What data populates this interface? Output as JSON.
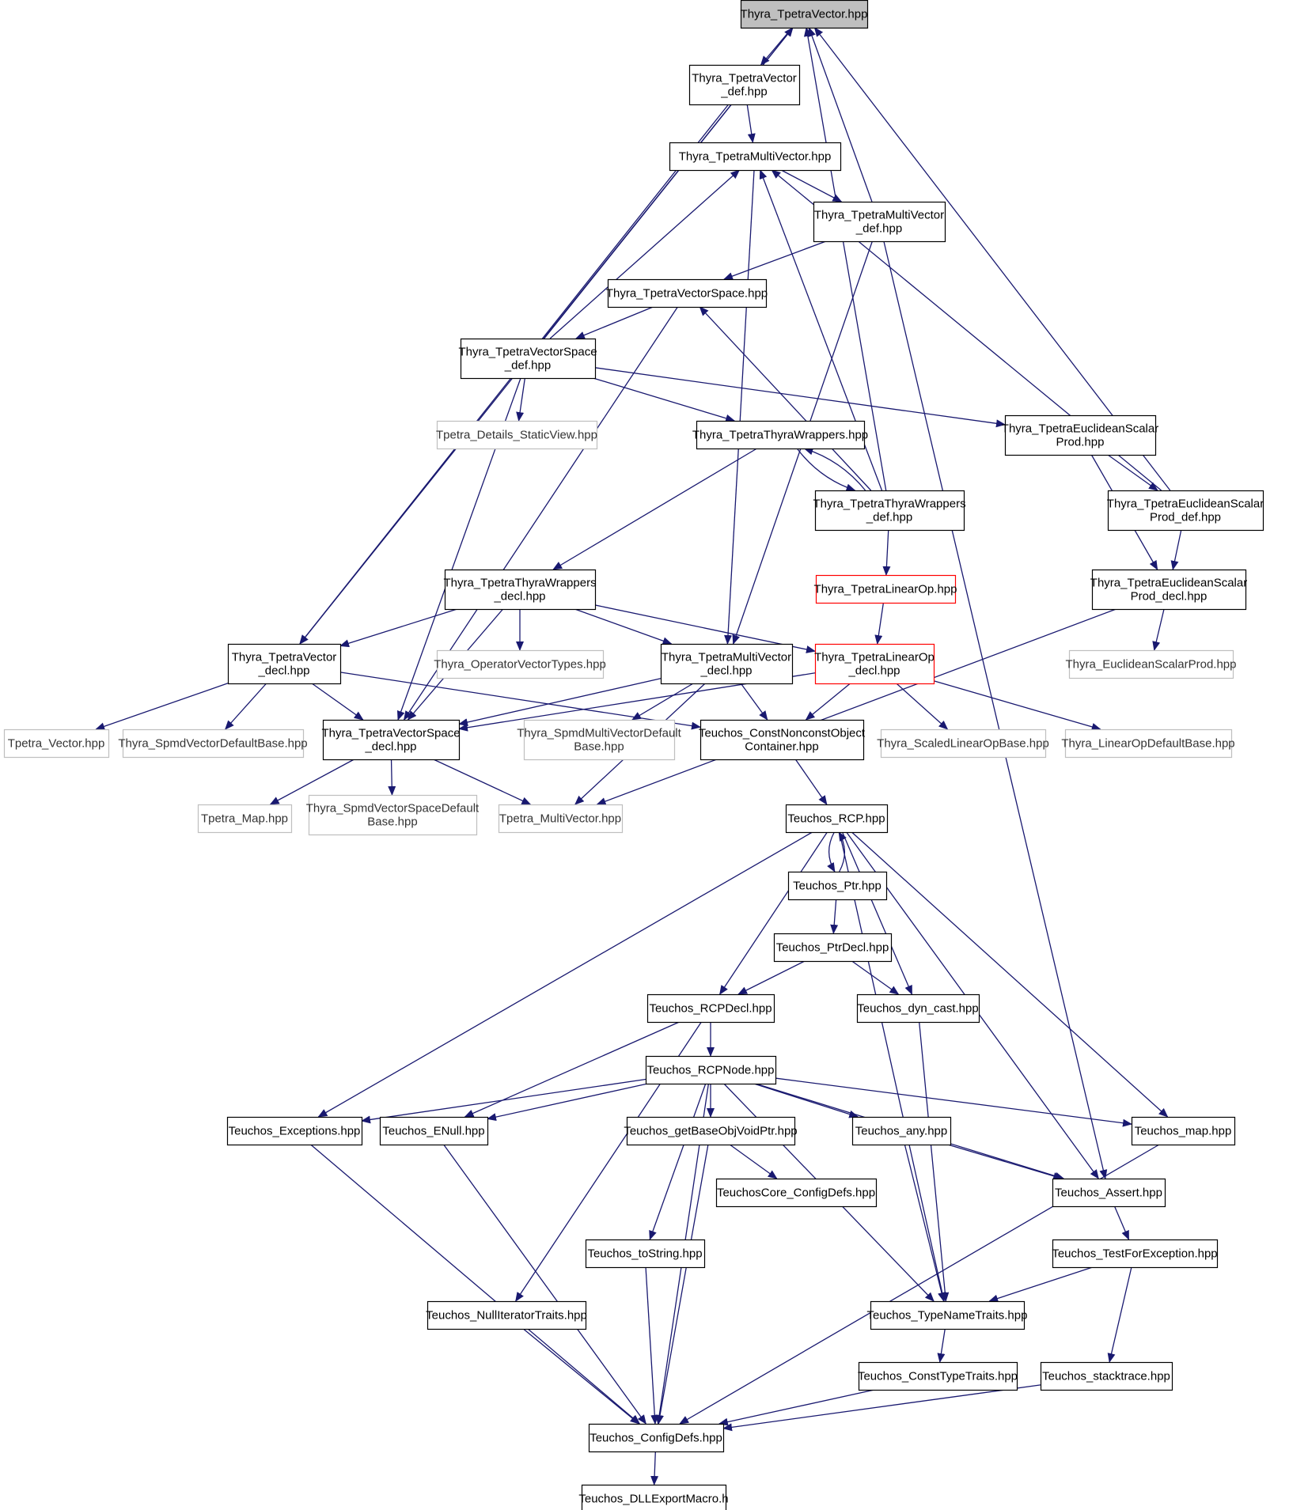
{
  "nodes": [
    {
      "id": "n_tpv",
      "lines": [
        "Thyra_TpetraVector.hpp"
      ],
      "style": "root"
    },
    {
      "id": "n_tpv_def",
      "lines": [
        "Thyra_TpetraVector",
        "_def.hpp"
      ],
      "style": "normal"
    },
    {
      "id": "n_tpmv",
      "lines": [
        "Thyra_TpetraMultiVector.hpp"
      ],
      "style": "normal"
    },
    {
      "id": "n_tpmv_def",
      "lines": [
        "Thyra_TpetraMultiVector",
        "_def.hpp"
      ],
      "style": "normal"
    },
    {
      "id": "n_tpvs",
      "lines": [
        "Thyra_TpetraVectorSpace.hpp"
      ],
      "style": "normal"
    },
    {
      "id": "n_tpvs_def",
      "lines": [
        "Thyra_TpetraVectorSpace",
        "_def.hpp"
      ],
      "style": "normal"
    },
    {
      "id": "n_tdsv",
      "lines": [
        "Tpetra_Details_StaticView.hpp"
      ],
      "style": "external"
    },
    {
      "id": "n_ttw",
      "lines": [
        "Thyra_TpetraThyraWrappers.hpp"
      ],
      "style": "normal"
    },
    {
      "id": "n_tesp",
      "lines": [
        "Thyra_TpetraEuclideanScalar",
        "Prod.hpp"
      ],
      "style": "normal"
    },
    {
      "id": "n_ttw_def",
      "lines": [
        "Thyra_TpetraThyraWrappers",
        "_def.hpp"
      ],
      "style": "normal"
    },
    {
      "id": "n_tesp_def",
      "lines": [
        "Thyra_TpetraEuclideanScalar",
        "Prod_def.hpp"
      ],
      "style": "normal"
    },
    {
      "id": "n_ttw_decl",
      "lines": [
        "Thyra_TpetraThyraWrappers",
        "_decl.hpp"
      ],
      "style": "normal"
    },
    {
      "id": "n_tlo",
      "lines": [
        "Thyra_TpetraLinearOp.hpp"
      ],
      "style": "red"
    },
    {
      "id": "n_tesp_decl",
      "lines": [
        "Thyra_TpetraEuclideanScalar",
        "Prod_decl.hpp"
      ],
      "style": "normal"
    },
    {
      "id": "n_tpv_decl",
      "lines": [
        "Thyra_TpetraVector",
        "_decl.hpp"
      ],
      "style": "normal"
    },
    {
      "id": "n_ovt",
      "lines": [
        "Thyra_OperatorVectorTypes.hpp"
      ],
      "style": "external"
    },
    {
      "id": "n_tpmv_decl",
      "lines": [
        "Thyra_TpetraMultiVector",
        "_decl.hpp"
      ],
      "style": "normal"
    },
    {
      "id": "n_tlo_decl",
      "lines": [
        "Thyra_TpetraLinearOp",
        "_decl.hpp"
      ],
      "style": "red"
    },
    {
      "id": "n_esp",
      "lines": [
        "Thyra_EuclideanScalarProd.hpp"
      ],
      "style": "external"
    },
    {
      "id": "n_tvec",
      "lines": [
        "Tpetra_Vector.hpp"
      ],
      "style": "external"
    },
    {
      "id": "n_svdb",
      "lines": [
        "Thyra_SpmdVectorDefaultBase.hpp"
      ],
      "style": "external"
    },
    {
      "id": "n_tpvs_decl",
      "lines": [
        "Thyra_TpetraVectorSpace",
        "_decl.hpp"
      ],
      "style": "normal"
    },
    {
      "id": "n_smvdb",
      "lines": [
        "Thyra_SpmdMultiVectorDefault",
        "Base.hpp"
      ],
      "style": "external"
    },
    {
      "id": "n_cnoc",
      "lines": [
        "Teuchos_ConstNonconstObject",
        "Container.hpp"
      ],
      "style": "normal"
    },
    {
      "id": "n_slob",
      "lines": [
        "Thyra_ScaledLinearOpBase.hpp"
      ],
      "style": "external"
    },
    {
      "id": "n_lodb",
      "lines": [
        "Thyra_LinearOpDefaultBase.hpp"
      ],
      "style": "external"
    },
    {
      "id": "n_tmap",
      "lines": [
        "Tpetra_Map.hpp"
      ],
      "style": "external"
    },
    {
      "id": "n_svsdb",
      "lines": [
        "Thyra_SpmdVectorSpaceDefault",
        "Base.hpp"
      ],
      "style": "external"
    },
    {
      "id": "n_tmv",
      "lines": [
        "Tpetra_MultiVector.hpp"
      ],
      "style": "external"
    },
    {
      "id": "n_rcp",
      "lines": [
        "Teuchos_RCP.hpp"
      ],
      "style": "normal"
    },
    {
      "id": "n_ptr",
      "lines": [
        "Teuchos_Ptr.hpp"
      ],
      "style": "normal"
    },
    {
      "id": "n_ptrdecl",
      "lines": [
        "Teuchos_PtrDecl.hpp"
      ],
      "style": "normal"
    },
    {
      "id": "n_rcpdecl",
      "lines": [
        "Teuchos_RCPDecl.hpp"
      ],
      "style": "normal"
    },
    {
      "id": "n_dyncast",
      "lines": [
        "Teuchos_dyn_cast.hpp"
      ],
      "style": "normal"
    },
    {
      "id": "n_rcpnode",
      "lines": [
        "Teuchos_RCPNode.hpp"
      ],
      "style": "normal"
    },
    {
      "id": "n_exc",
      "lines": [
        "Teuchos_Exceptions.hpp"
      ],
      "style": "normal"
    },
    {
      "id": "n_enull",
      "lines": [
        "Teuchos_ENull.hpp"
      ],
      "style": "normal"
    },
    {
      "id": "n_gbovp",
      "lines": [
        "Teuchos_getBaseObjVoidPtr.hpp"
      ],
      "style": "normal"
    },
    {
      "id": "n_any",
      "lines": [
        "Teuchos_any.hpp"
      ],
      "style": "normal"
    },
    {
      "id": "n_map",
      "lines": [
        "Teuchos_map.hpp"
      ],
      "style": "normal"
    },
    {
      "id": "n_coredefs",
      "lines": [
        "TeuchosCore_ConfigDefs.hpp"
      ],
      "style": "normal"
    },
    {
      "id": "n_assert",
      "lines": [
        "Teuchos_Assert.hpp"
      ],
      "style": "normal"
    },
    {
      "id": "n_tostring",
      "lines": [
        "Teuchos_toString.hpp"
      ],
      "style": "normal"
    },
    {
      "id": "n_tfe",
      "lines": [
        "Teuchos_TestForException.hpp"
      ],
      "style": "normal"
    },
    {
      "id": "n_nit",
      "lines": [
        "Teuchos_NullIteratorTraits.hpp"
      ],
      "style": "normal"
    },
    {
      "id": "n_tnt",
      "lines": [
        "Teuchos_TypeNameTraits.hpp"
      ],
      "style": "normal"
    },
    {
      "id": "n_ctt",
      "lines": [
        "Teuchos_ConstTypeTraits.hpp"
      ],
      "style": "normal"
    },
    {
      "id": "n_stack",
      "lines": [
        "Teuchos_stacktrace.hpp"
      ],
      "style": "normal"
    },
    {
      "id": "n_cfg",
      "lines": [
        "Teuchos_ConfigDefs.hpp"
      ],
      "style": "normal"
    },
    {
      "id": "n_dll",
      "lines": [
        "Teuchos_DLLExportMacro.h"
      ],
      "style": "normal"
    }
  ],
  "edges": [
    [
      "n_tpv",
      "n_tpv_def"
    ],
    [
      "n_tpv",
      "n_tpv_decl"
    ],
    [
      "n_tpv_def",
      "n_tpmv"
    ],
    [
      "n_tpv_def",
      "n_tpv_decl"
    ],
    [
      "n_tpmv",
      "n_tpmv_def"
    ],
    [
      "n_tpmv",
      "n_tpmv_decl"
    ],
    [
      "n_tpmv_def",
      "n_tpv"
    ],
    [
      "n_tpmv_def",
      "n_tpvs"
    ],
    [
      "n_tpmv_def",
      "n_tpmv_decl"
    ],
    [
      "n_tpmv_def",
      "n_assert"
    ],
    [
      "n_tpvs",
      "n_tpvs_def"
    ],
    [
      "n_tpvs",
      "n_tpvs_decl"
    ],
    [
      "n_tpvs_def",
      "n_tpv"
    ],
    [
      "n_tpvs_def",
      "n_tpmv"
    ],
    [
      "n_tpvs_def",
      "n_tdsv"
    ],
    [
      "n_tpvs_def",
      "n_ttw"
    ],
    [
      "n_tpvs_def",
      "n_tesp"
    ],
    [
      "n_tpvs_def",
      "n_tpvs_decl"
    ],
    [
      "n_ttw",
      "n_ttw_def"
    ],
    [
      "n_ttw",
      "n_ttw_decl"
    ],
    [
      "n_ttw_def",
      "n_ttw"
    ],
    [
      "n_ttw_def",
      "n_tpv"
    ],
    [
      "n_ttw_def",
      "n_tpmv"
    ],
    [
      "n_ttw_def",
      "n_tpvs"
    ],
    [
      "n_ttw_def",
      "n_tlo"
    ],
    [
      "n_tesp",
      "n_tesp_def"
    ],
    [
      "n_tesp",
      "n_tesp_decl"
    ],
    [
      "n_tesp_def",
      "n_tpv"
    ],
    [
      "n_tesp_def",
      "n_tpmv"
    ],
    [
      "n_tesp_def",
      "n_tesp_decl"
    ],
    [
      "n_tesp_decl",
      "n_esp"
    ],
    [
      "n_tesp_decl",
      "n_tmv"
    ],
    [
      "n_tlo",
      "n_tlo_decl"
    ],
    [
      "n_ttw_decl",
      "n_tpv_decl"
    ],
    [
      "n_ttw_decl",
      "n_ovt"
    ],
    [
      "n_ttw_decl",
      "n_tpmv_decl"
    ],
    [
      "n_ttw_decl",
      "n_tlo_decl"
    ],
    [
      "n_ttw_decl",
      "n_tpvs_decl"
    ],
    [
      "n_tpv_decl",
      "n_tvec"
    ],
    [
      "n_tpv_decl",
      "n_svdb"
    ],
    [
      "n_tpv_decl",
      "n_tpvs_decl"
    ],
    [
      "n_tpv_decl",
      "n_cnoc"
    ],
    [
      "n_tpmv_decl",
      "n_tpvs_decl"
    ],
    [
      "n_tpmv_decl",
      "n_smvdb"
    ],
    [
      "n_tpmv_decl",
      "n_cnoc"
    ],
    [
      "n_tpmv_decl",
      "n_tmv"
    ],
    [
      "n_tlo_decl",
      "n_tpvs_decl"
    ],
    [
      "n_tlo_decl",
      "n_cnoc"
    ],
    [
      "n_tlo_decl",
      "n_slob"
    ],
    [
      "n_tlo_decl",
      "n_lodb"
    ],
    [
      "n_tpvs_decl",
      "n_tmap"
    ],
    [
      "n_tpvs_decl",
      "n_svsdb"
    ],
    [
      "n_tpvs_decl",
      "n_tmv"
    ],
    [
      "n_cnoc",
      "n_rcp"
    ],
    [
      "n_rcp",
      "n_ptr"
    ],
    [
      "n_rcp",
      "n_rcpdecl"
    ],
    [
      "n_rcp",
      "n_dyncast"
    ],
    [
      "n_rcp",
      "n_exc"
    ],
    [
      "n_rcp",
      "n_tnt"
    ],
    [
      "n_rcp",
      "n_assert"
    ],
    [
      "n_rcp",
      "n_map"
    ],
    [
      "n_ptr",
      "n_rcp"
    ],
    [
      "n_ptr",
      "n_ptrdecl"
    ],
    [
      "n_ptrdecl",
      "n_rcpdecl"
    ],
    [
      "n_ptrdecl",
      "n_dyncast"
    ],
    [
      "n_rcpdecl",
      "n_rcpnode"
    ],
    [
      "n_rcpdecl",
      "n_enull"
    ],
    [
      "n_rcpdecl",
      "n_nit"
    ],
    [
      "n_dyncast",
      "n_tnt"
    ],
    [
      "n_rcpnode",
      "n_exc"
    ],
    [
      "n_rcpnode",
      "n_enull"
    ],
    [
      "n_rcpnode",
      "n_gbovp"
    ],
    [
      "n_rcpnode",
      "n_any"
    ],
    [
      "n_rcpnode",
      "n_map"
    ],
    [
      "n_rcpnode",
      "n_assert"
    ],
    [
      "n_rcpnode",
      "n_tostring"
    ],
    [
      "n_rcpnode",
      "n_cfg"
    ],
    [
      "n_rcpnode",
      "n_tnt"
    ],
    [
      "n_gbovp",
      "n_coredefs"
    ],
    [
      "n_gbovp",
      "n_cfg"
    ],
    [
      "n_any",
      "n_assert"
    ],
    [
      "n_any",
      "n_tnt"
    ],
    [
      "n_exc",
      "n_cfg"
    ],
    [
      "n_enull",
      "n_cfg"
    ],
    [
      "n_map",
      "n_cfg"
    ],
    [
      "n_assert",
      "n_tfe"
    ],
    [
      "n_tfe",
      "n_tnt"
    ],
    [
      "n_tfe",
      "n_stack"
    ],
    [
      "n_tostring",
      "n_cfg"
    ],
    [
      "n_nit",
      "n_cfg"
    ],
    [
      "n_tnt",
      "n_ctt"
    ],
    [
      "n_ctt",
      "n_cfg"
    ],
    [
      "n_stack",
      "n_cfg"
    ],
    [
      "n_cfg",
      "n_dll"
    ]
  ],
  "colors": {
    "edge": "#191970",
    "border": "#000000",
    "external_border": "#bfbfbf",
    "red_border": "#ff0000",
    "root_fill": "#bfbfbf",
    "fill": "#ffffff"
  }
}
